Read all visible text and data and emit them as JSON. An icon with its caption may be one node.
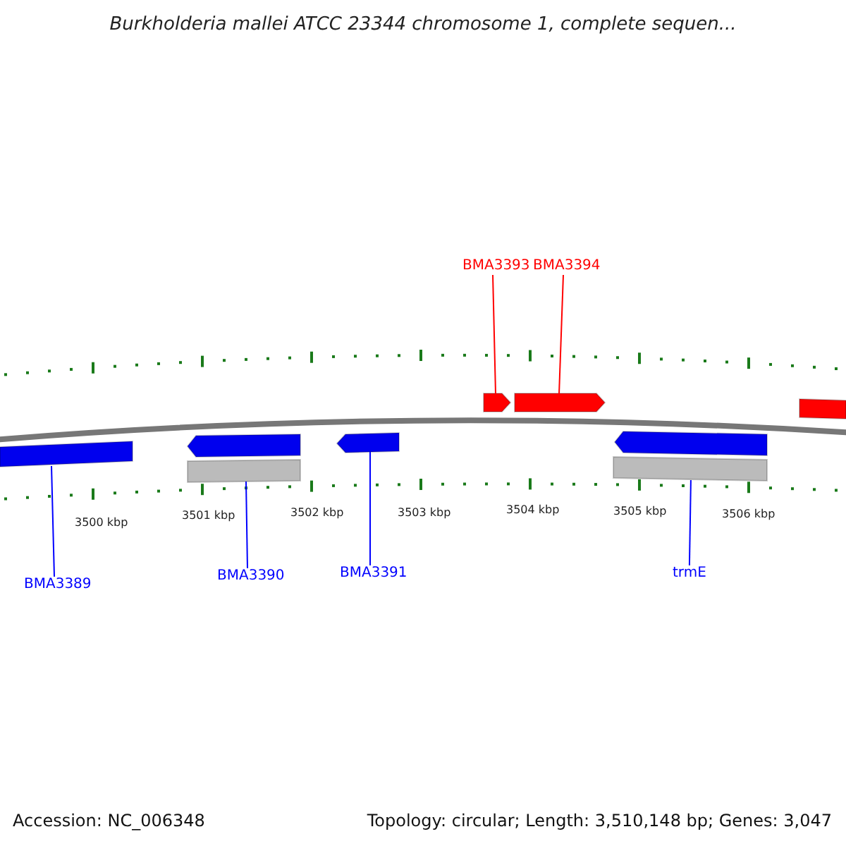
{
  "diagram": {
    "title": "Burkholderia mallei ATCC 23344 chromosome 1, complete sequen...",
    "nodes": [
      {
        "text": [
          "BMA3393"
        ]
      },
      {
        "text": [
          "BMA3394"
        ]
      },
      {
        "text": [],
        "shape": "arrow"
      },
      {
        "text": [],
        "shape": "arrow"
      },
      {
        "text": [],
        "shape": "bar"
      },
      {
        "text": [],
        "shape": "bar"
      },
      {
        "text": [],
        "shape": "arrow"
      },
      {
        "text": [],
        "shape": "arrow"
      },
      {
        "text": [],
        "shape": "arrow"
      },
      {
        "text": [],
        "shape": "bar"
      },
      {
        "text": [],
        "shape": "bar"
      },
      {
        "text": [
          "BMA3389"
        ]
      },
      {
        "text": [
          "BMA3390"
        ]
      },
      {
        "text": [
          "BMA3391"
        ]
      },
      {
        "text": [
          "trmE"
        ]
      }
    ],
    "edges": [
      {
        "from": 0,
        "to": 2,
        "arrow": "none",
        "color": "#ff0000"
      },
      {
        "from": 1,
        "to": 3,
        "arrow": "none",
        "color": "#ff0000"
      },
      {
        "from": 11,
        "to": 5,
        "arrow": "none"
      },
      {
        "from": 12,
        "to": 9,
        "arrow": "none"
      },
      {
        "from": 13,
        "to": 7,
        "arrow": "none"
      },
      {
        "from": 14,
        "to": 10,
        "arrow": "none"
      }
    ],
    "labels": [
      "3500 kbp",
      "3501 kbp",
      "3502 kbp",
      "3503 kbp",
      "3504 kbp",
      "3505 kbp",
      "3506 kbp",
      "Accession: NC_006348",
      "Topology: circular; Length: 3,510,148 bp; Genes: 3,047"
    ]
  }
}
